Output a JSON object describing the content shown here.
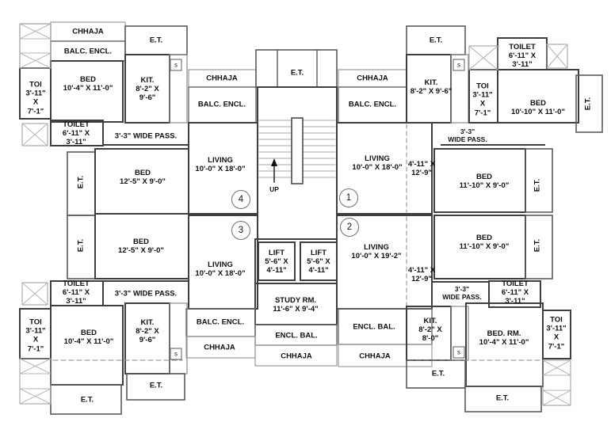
{
  "drawing": {
    "unit_markers": {
      "u1": "1",
      "u2": "2",
      "u3": "3",
      "u4": "4"
    },
    "top_left": {
      "chhaja": "CHHAJA",
      "et": "E.T.",
      "balc_encl": "BALC. ENCL.",
      "bed": "BED\n10'-4\" X 11'-0\"",
      "kit": "KIT.\n8'-2\" X\n9'-6\"",
      "toi": "TOI\n3'-11\"\nX\n7'-1\"",
      "toilet": "TOILET\n6'-11\" X\n3'-11\"",
      "pass": "3'-3\" WIDE PASS.",
      "meter": "s"
    },
    "top_center": {
      "chhaja_left": "CHHAJA",
      "balc_encl_left": "BALC. ENCL.",
      "et": "E.T.",
      "chhaja_right": "CHHAJA",
      "balc_encl_right": "BALC. ENCL."
    },
    "top_right": {
      "et_top": "E.T.",
      "kit": "KIT.\n8'-2\" X 9'-6\"",
      "toi": "TOI\n3'-11\"\nX\n7'-1\"",
      "toilet": "TOILET\n6'-11\" X\n3'-11\"",
      "bed": "BED\n10'-10\" X 11'-0\"",
      "et_side": "E.T.",
      "pass": "3'-3\"\nWIDE PASS.",
      "meter": "s"
    },
    "left_shafts": {
      "et1": "E.T.",
      "bed1": "BED\n12'-5\" X 9'-0\"",
      "et2": "E.T.",
      "bed2": "BED\n12'-5\" X 9'-0\""
    },
    "right_shafts": {
      "bed1": "BED\n11'-10\" X 9'-0\"",
      "et1": "E.T.",
      "bed2": "BED\n11'-10\" X 9'-0\"",
      "et2": "E.T."
    },
    "center": {
      "living_u4": "LIVING\n10'-0\" X 18'-0\"",
      "living_u3": "LIVING\n10'-0\" X 18'-0\"",
      "living_u1": "LIVING\n10'-0\" X 18'-0\"",
      "living_u2": "LIVING\n10'-0\" X 19'-2\"",
      "pass_u1": "4'-11\" X\n12'-9\"",
      "pass_u2": "4'-11\" X\n12'-9\"",
      "up": "UP",
      "et": "E.T.",
      "lift1": "LIFT\n5'-6\" X\n4'-11\"",
      "lift2": "LIFT\n5'-6\" X\n4'-11\"",
      "study": "STUDY RM.\n11'-6\" X 9'-4\"",
      "encl_bal": "ENCL. BAL.",
      "chhaja": "CHHAJA"
    },
    "bottom_left": {
      "toilet": "TOILET\n6'-11\" X\n3'-11\"",
      "pass": "3'-3\" WIDE PASS.",
      "toi": "TOI\n3'-11\"\nX\n7'-1\"",
      "bed": "BED\n10'-4\" X 11'-0\"",
      "kit": "KIT.\n8'-2\" X\n9'-6\"",
      "et1": "E.T.",
      "et2": "E.T.",
      "balc_encl": "BALC. ENCL.",
      "chhaja": "CHHAJA",
      "meter": "s"
    },
    "bottom_right": {
      "pass": "3'-3\"\nWIDE PASS.",
      "toilet": "TOILET\n6'-11\" X\n3'-11\"",
      "kit": "KIT.\n8'-2\" X\n8'-0\"",
      "bed_rm": "BED. RM.\n10'-4\" X 11'-0\"",
      "toi": "TOI\n3'-11\"\nX\n7'-1\"",
      "et1": "E.T.",
      "et2": "E.T.",
      "encl_bal": "ENCL. BAL.",
      "chhaja": "CHHAJA",
      "meter": "s"
    },
    "colors": {
      "wall": "#3f3f3f",
      "thin_line": "#9b9b9b",
      "text": "#101010",
      "background": "#ffffff"
    }
  }
}
